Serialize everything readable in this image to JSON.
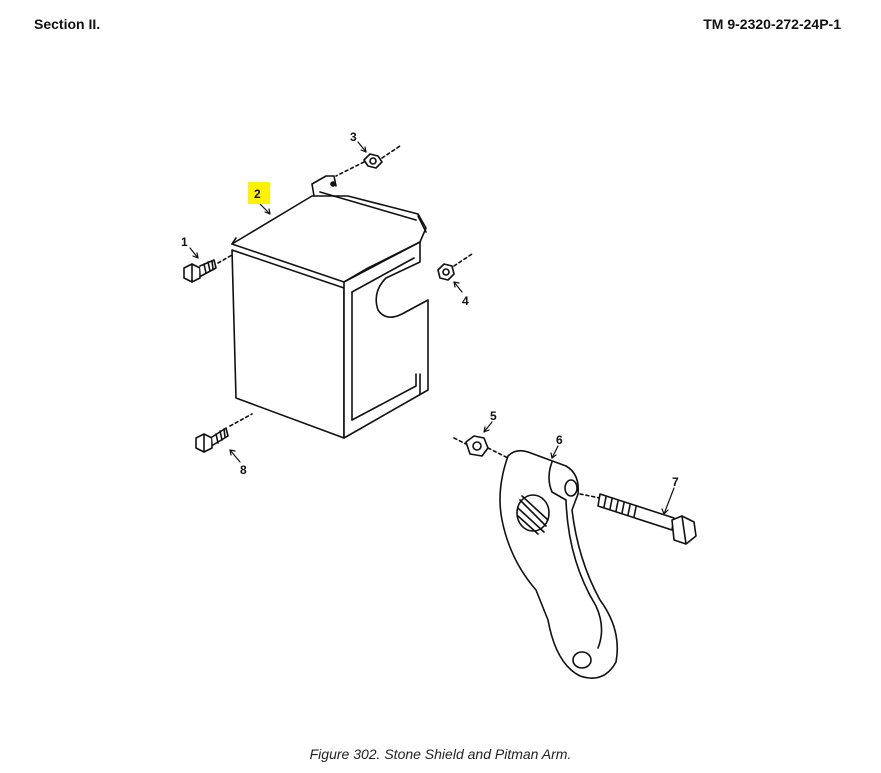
{
  "header": {
    "section": "Section II.",
    "manual": "TM 9-2320-272-24P-1"
  },
  "figure": {
    "caption": "Figure 302.  Stone Shield and Pitman Arm.",
    "callouts": [
      "1",
      "2",
      "3",
      "4",
      "5",
      "6",
      "7",
      "8"
    ],
    "highlight_color": "#fff200"
  }
}
